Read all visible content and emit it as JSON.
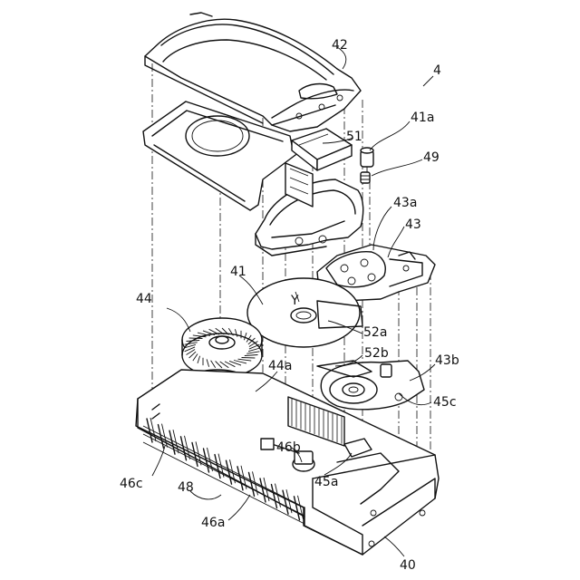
{
  "labels": {
    "l4": "4",
    "l40": "40",
    "l41": "41",
    "l41a": "41a",
    "l42": "42",
    "l43": "43",
    "l43a": "43a",
    "l43b": "43b",
    "l44": "44",
    "l44a": "44a",
    "l45a": "45a",
    "l45c": "45c",
    "l46a": "46a",
    "l46b": "46b",
    "l46c": "46c",
    "l48": "48",
    "l49": "49",
    "l51": "51",
    "l52a": "52a",
    "l52b": "52b",
    "lY": "Y"
  }
}
